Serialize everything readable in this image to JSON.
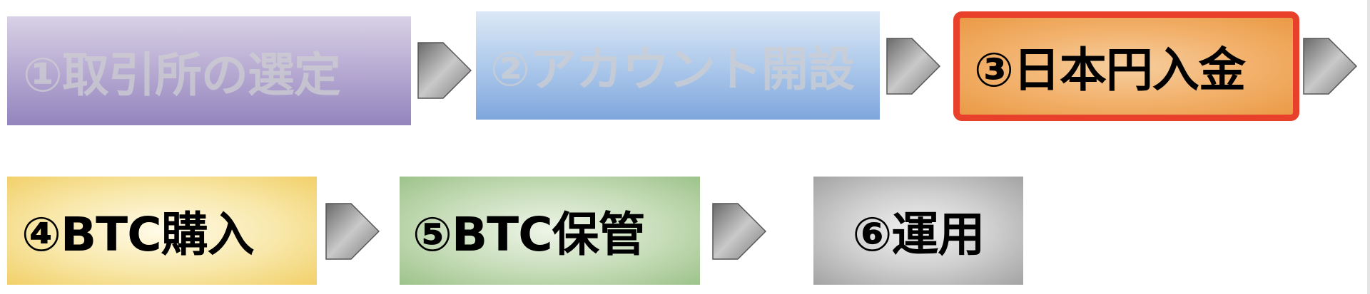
{
  "diagram": {
    "steps": [
      {
        "label": "①取引所の選定",
        "state": "completed"
      },
      {
        "label": "②アカウント開設",
        "state": "completed"
      },
      {
        "label": "③日本円入金",
        "state": "current"
      },
      {
        "label": "④BTC購入",
        "state": "upcoming"
      },
      {
        "label": "⑤BTC保管",
        "state": "upcoming"
      },
      {
        "label": "⑥運用",
        "state": "upcoming"
      }
    ],
    "colors": {
      "step1": "#9f92c6",
      "step2": "#8fb3e2",
      "step3": "#f0a65a",
      "step3_highlight_border": "#e8402a",
      "step4": "#f4d982",
      "step5": "#b3cfa2",
      "step6": "#b7b7b7",
      "arrow_fill": "#8a8a8a",
      "faded_text": "#cdcdd2",
      "active_text": "#000000"
    },
    "connector_icon": "chevron-arrow-right"
  }
}
